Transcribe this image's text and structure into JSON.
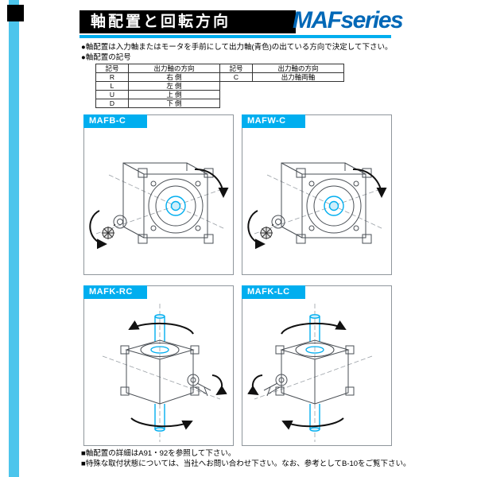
{
  "page": {
    "title": "軸配置と回転方向",
    "series_logo": "MAFseries",
    "notes": [
      "●軸配置は入力軸またはモータを手前にして出力軸(青色)の出ている方向で決定して下さい。",
      "●軸配置の記号"
    ],
    "footer": [
      "■軸配置の詳細はA91・92を参照して下さい。",
      "■特殊な取付状態については、当社へお問い合わせ下さい。なお、参考としてB-10をご覧下さい。"
    ]
  },
  "symbol_table": {
    "left": {
      "headers": [
        "記号",
        "出力軸の方向"
      ],
      "rows": [
        [
          "R",
          "右 側"
        ],
        [
          "L",
          "左 側"
        ],
        [
          "U",
          "上 側"
        ],
        [
          "D",
          "下 側"
        ]
      ]
    },
    "right": {
      "headers": [
        "記号",
        "出力軸の方向"
      ],
      "rows": [
        [
          "C",
          "出力軸両軸"
        ]
      ]
    }
  },
  "panels": [
    {
      "label": "MAFB-C",
      "drawing": "horizontal-shaft-gearbox"
    },
    {
      "label": "MAFW-C",
      "drawing": "horizontal-shaft-gearbox"
    },
    {
      "label": "MAFK-RC",
      "drawing": "vertical-shaft-gearbox"
    },
    {
      "label": "MAFK-LC",
      "drawing": "vertical-shaft-gearbox"
    }
  ],
  "colors": {
    "accent_cyan": "#00aeef",
    "series_blue": "#0068b7",
    "header_black": "#000000"
  }
}
